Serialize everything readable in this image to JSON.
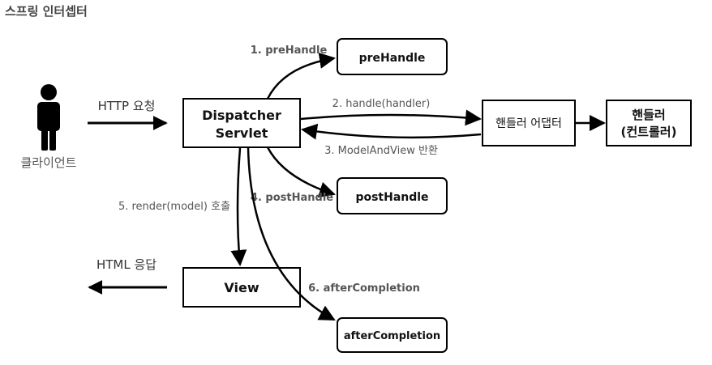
{
  "title": "스프링 인터셉터",
  "client_label": "클라이언트",
  "boxes": {
    "dispatcher": [
      "Dispatcher",
      "Servlet"
    ],
    "prehandle": "preHandle",
    "adapter": "핸들러 어댑터",
    "handler": [
      "핸들러",
      "(컨트롤러)"
    ],
    "posthandle": "postHandle",
    "view": "View",
    "aftercompletion": "afterCompletion"
  },
  "labels": {
    "http_request": "HTTP 요청",
    "html_response": "HTML 응답",
    "step1": "1. preHandle",
    "step2": "2. handle(handler)",
    "step3": "3. ModelAndView 반환",
    "step4": "4. postHandle",
    "step5": "5. render(model) 호출",
    "step6": "6. afterCompletion"
  },
  "colors": {
    "line": "#000000",
    "label_dark": "#333333",
    "label_muted": "#555555",
    "title": "#444444",
    "person": "#000000"
  }
}
